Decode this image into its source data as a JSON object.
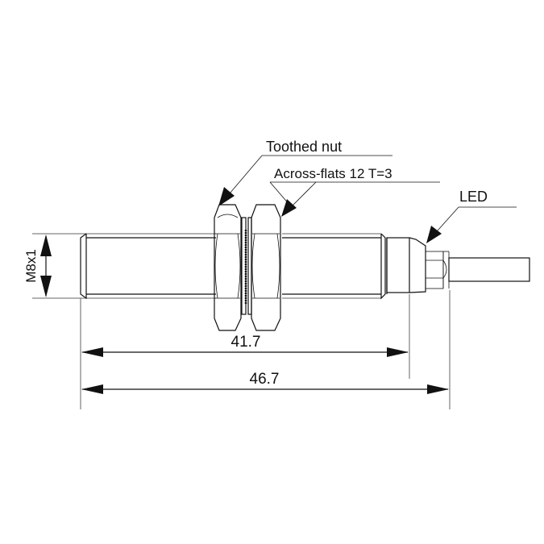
{
  "labels": {
    "toothed_nut": "Toothed nut",
    "across_flats": "Across-flats 12  T=3",
    "led": "LED",
    "thread": "M8x1"
  },
  "dimensions": {
    "short_length": "41.7",
    "total_length": "46.7"
  }
}
